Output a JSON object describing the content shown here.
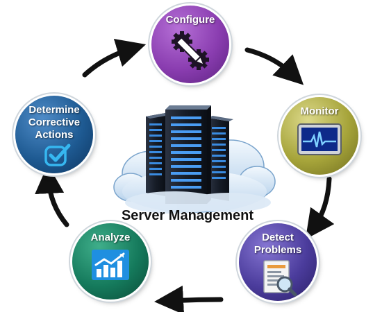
{
  "center": {
    "title": "Server Management"
  },
  "nodes": {
    "configure": {
      "label": "Configure",
      "color": "#8a3db0",
      "icon": "pencil-gears-icon"
    },
    "monitor": {
      "label": "Monitor",
      "color": "#a6a43a",
      "icon": "heartbeat-monitor-icon"
    },
    "detect": {
      "line1": "Detect",
      "line2": "Problems",
      "color": "#4b3c9c",
      "icon": "report-magnifier-icon"
    },
    "analyze": {
      "label": "Analyze",
      "color": "#157a5c",
      "icon": "rising-bar-chart-icon"
    },
    "determine": {
      "line1": "Determine",
      "line2": "Corrective",
      "line3": "Actions",
      "color": "#1e5a92",
      "icon": "checkmark-icon"
    }
  }
}
